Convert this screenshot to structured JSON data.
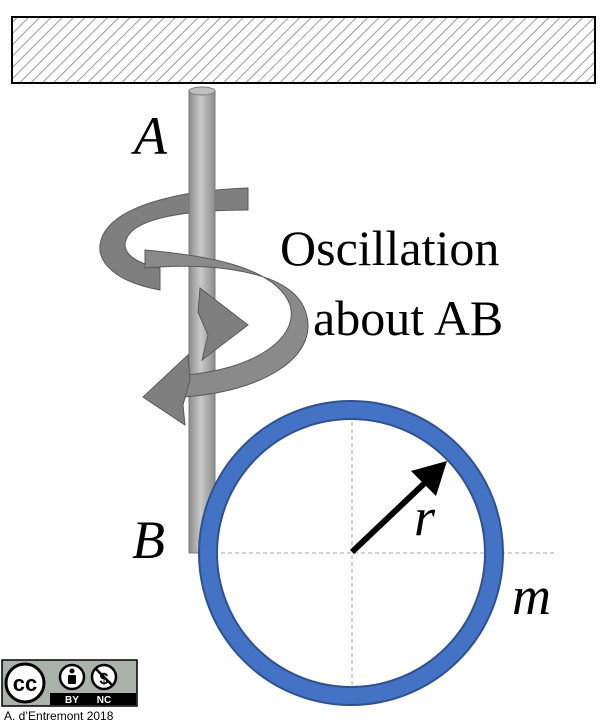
{
  "labels": {
    "point_a": "A",
    "point_b": "B",
    "radius": "r",
    "mass": "m",
    "caption_line1": "Oscillation",
    "caption_line2": "about AB"
  },
  "license": {
    "cc": "cc",
    "by": "BY",
    "nc": "NC",
    "credit": "A. d’Entremont 2018"
  },
  "colors": {
    "ring": "#4472c4",
    "ring_edge": "#2f528f",
    "rod": "#a6a6a6",
    "arrow": "#7f7f7f",
    "ceiling_hatch": "#808080"
  }
}
